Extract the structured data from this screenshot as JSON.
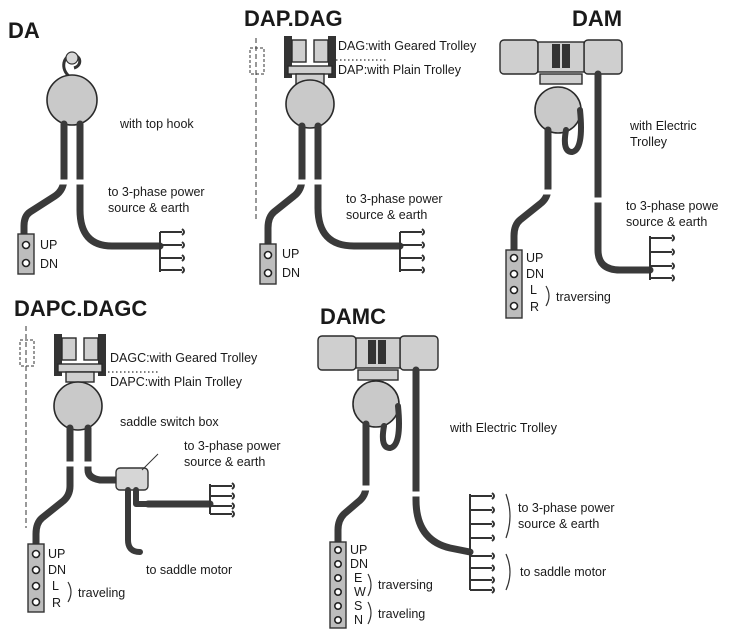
{
  "panels": {
    "da": {
      "title": "DA",
      "note": "with top hook",
      "power": [
        "to 3-phase power",
        "source & earth"
      ],
      "buttons": [
        "UP",
        "DN"
      ]
    },
    "dap": {
      "title": "DAP.DAG",
      "trolley_geared": "DAG:with Geared Trolley",
      "trolley_plain": "DAP:with Plain Trolley",
      "power": [
        "to 3-phase power",
        "source & earth"
      ],
      "buttons": [
        "UP",
        "DN"
      ]
    },
    "dam": {
      "title": "DAM",
      "note": [
        "with Electric",
        "Trolley"
      ],
      "power": [
        "to 3-phase powe",
        "source & earth"
      ],
      "buttons": [
        "UP",
        "DN",
        "L",
        "R"
      ],
      "group_label": "traversing"
    },
    "dapc": {
      "title": "DAPC.DAGC",
      "trolley_geared": "DAGC:with Geared Trolley",
      "trolley_plain": "DAPC:with Plain Trolley",
      "switch_box": "saddle switch box",
      "power": [
        "to 3-phase power",
        "source & earth"
      ],
      "motor": "to saddle motor",
      "buttons": [
        "UP",
        "DN",
        "L",
        "R"
      ],
      "group_label": "traveling"
    },
    "damc": {
      "title": "DAMC",
      "note": "with Electric Trolley",
      "power": [
        "to 3-phase power",
        "source & earth"
      ],
      "motor": "to saddle motor",
      "buttons": [
        "UP",
        "DN",
        "E",
        "W",
        "S",
        "N"
      ],
      "group1_label": "traversing",
      "group2_label": "traveling"
    }
  },
  "colors": {
    "ink": "#1a1a1a",
    "cable": "#3a3a3a",
    "body": "#c9c9c9"
  }
}
